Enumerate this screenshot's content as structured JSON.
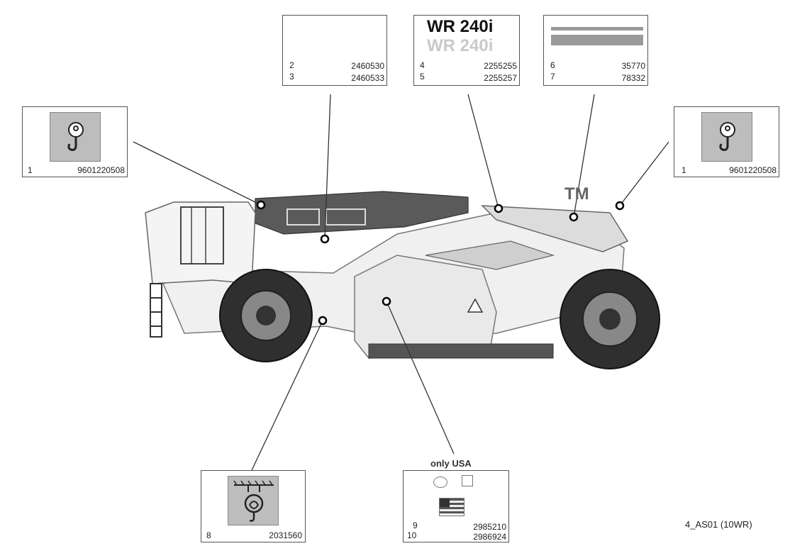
{
  "boxes": {
    "box_1_left": {
      "index": "1",
      "part": "9601220508"
    },
    "box_1_right": {
      "index": "1",
      "part": "9601220508"
    },
    "box_2_3": {
      "rows": [
        {
          "index": "2",
          "part": "2460530"
        },
        {
          "index": "3",
          "part": "2460533"
        }
      ]
    },
    "box_4_5": {
      "title_bold": "WR 240i",
      "title_light": "WR 240i",
      "rows": [
        {
          "index": "4",
          "part": "2255255"
        },
        {
          "index": "5",
          "part": "2255257"
        }
      ]
    },
    "box_6_7": {
      "rows": [
        {
          "index": "6",
          "part": "35770"
        },
        {
          "index": "7",
          "part": "78332"
        }
      ]
    },
    "box_8": {
      "index": "8",
      "part": "2031560"
    },
    "box_9_10": {
      "heading": "only USA",
      "rows": [
        {
          "index": "9",
          "part": "2985210"
        },
        {
          "index": "10",
          "part": "2986924"
        }
      ]
    }
  },
  "trademark": "TM",
  "figure_code": "4_AS01 (10WR)",
  "icons": [
    "lifting-hook-icon",
    "tie-down-icon",
    "us-flag-icon",
    "logo-icon"
  ],
  "colors": {
    "decal_gray": "#bdbdbd",
    "machine_dark": "#555555",
    "line": "#333333"
  }
}
